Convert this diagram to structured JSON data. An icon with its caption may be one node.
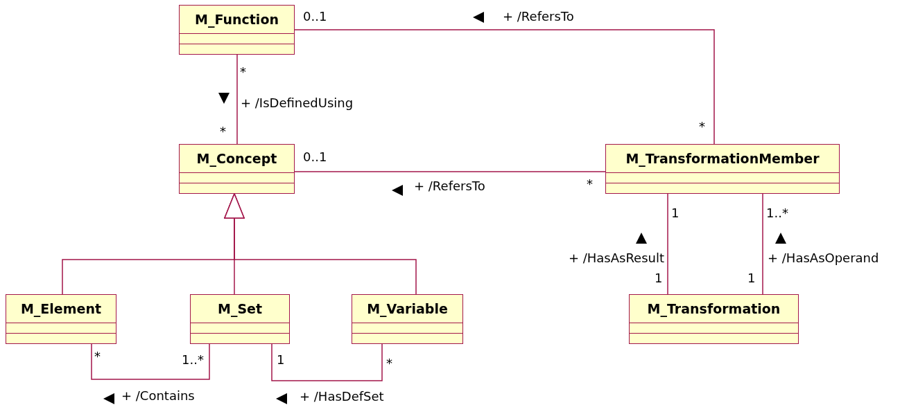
{
  "diagram": {
    "nodes": [
      {
        "text": [
          "M_Function"
        ]
      },
      {
        "text": [
          "M_Concept"
        ]
      },
      {
        "text": [
          "M_TransformationMember"
        ]
      },
      {
        "text": [
          "M_Element"
        ]
      },
      {
        "text": [
          "M_Set"
        ]
      },
      {
        "text": [
          "M_Variable"
        ]
      },
      {
        "text": [
          "M_Transformation"
        ]
      }
    ],
    "edges": [
      {
        "from": 0,
        "to": 1,
        "arrow": "none",
        "label": "+ /IsDefinedUsing"
      },
      {
        "from": 0,
        "to": 2,
        "arrow": "none",
        "label": "+ /RefersTo"
      },
      {
        "from": 1,
        "to": 2,
        "arrow": "none",
        "label": "+ /RefersTo"
      },
      {
        "from": 2,
        "to": 6,
        "arrow": "none",
        "label": "+ /HasAsResult"
      },
      {
        "from": 2,
        "to": 6,
        "arrow": "none",
        "label": "+ /HasAsOperand"
      },
      {
        "from": 3,
        "to": 4,
        "arrow": "none",
        "label": "+ /Contains"
      },
      {
        "from": 4,
        "to": 5,
        "arrow": "none",
        "label": "+ /HasDefSet"
      },
      {
        "from": 3,
        "to": 1,
        "arrow": "to"
      },
      {
        "from": 4,
        "to": 1,
        "arrow": "to"
      },
      {
        "from": 5,
        "to": 1,
        "arrow": "to"
      }
    ],
    "labels": [
      "0..1",
      "*",
      "*",
      "*",
      "0..1",
      "*",
      "1",
      "1..*",
      "1",
      "1",
      "*",
      "1..*",
      "1",
      "*"
    ]
  }
}
